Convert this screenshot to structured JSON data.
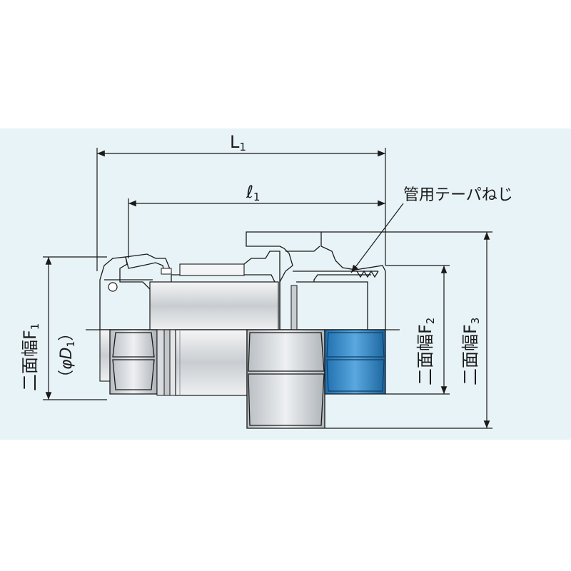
{
  "labels": {
    "overall_length": "L",
    "overall_length_sub": "1",
    "engagement_length": "ℓ",
    "engagement_length_sub": "1",
    "thread_callout": "管用テーパねじ",
    "flat_width_prefix": "二面幅F",
    "f1_sub": "1",
    "f2_sub": "2",
    "f3_sub": "3",
    "tube_od_open": "（",
    "tube_od_symbol": "φD",
    "tube_od_sub": "1",
    "tube_od_close": "）"
  },
  "colors": {
    "background": "#e8f3f7",
    "metal": "#d4d7da",
    "metal_dark": "#9aa0a6",
    "thread_highlight": "#2f86c8",
    "line": "#1a1a1a"
  }
}
